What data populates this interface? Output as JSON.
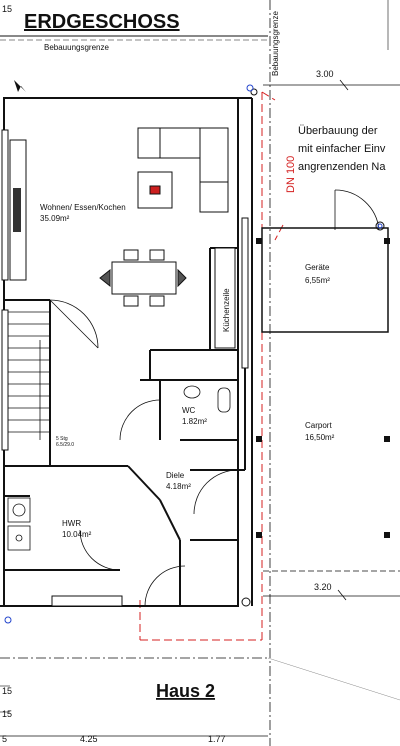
{
  "title": "ERDGESCHOSS",
  "haus": "Haus 2",
  "building_limit_label": "Bebauungsgrenze",
  "building_limit_label_vertical": "Bebauungsgrenze",
  "dn_label": "DN 100",
  "note_lines": [
    "Überbauung der",
    "mit einfacher Einv",
    "angrenzenden Na"
  ],
  "rooms": {
    "living": {
      "name": "Wohnen/ Essen/Kochen",
      "area": "35.09m²"
    },
    "kitchen": {
      "name": "Küchenzeile"
    },
    "wc": {
      "name": "WC",
      "area": "1.82m²"
    },
    "diele": {
      "name": "Diele",
      "area": "4.18m²"
    },
    "hwr": {
      "name": "HWR",
      "area": "10.04m²"
    },
    "geraete": {
      "name": "Geräte",
      "area": "6,55m²"
    },
    "carport": {
      "name": "Carport",
      "area": "16,50m²"
    }
  },
  "stair_note": [
    "5 Stg",
    "6.5/29.0"
  ],
  "dimensions": {
    "top_right": "3.00",
    "bottom_right": "3.20",
    "bottom_a": "4.25",
    "bottom_b": "1.77",
    "left_top": "15",
    "left_b1": "15",
    "left_b2": "15",
    "left_b3": "5"
  },
  "colors": {
    "line": "#111111",
    "red_dash": "#d42020",
    "accent_fill": "#cc1f1f",
    "grey": "#888888"
  }
}
